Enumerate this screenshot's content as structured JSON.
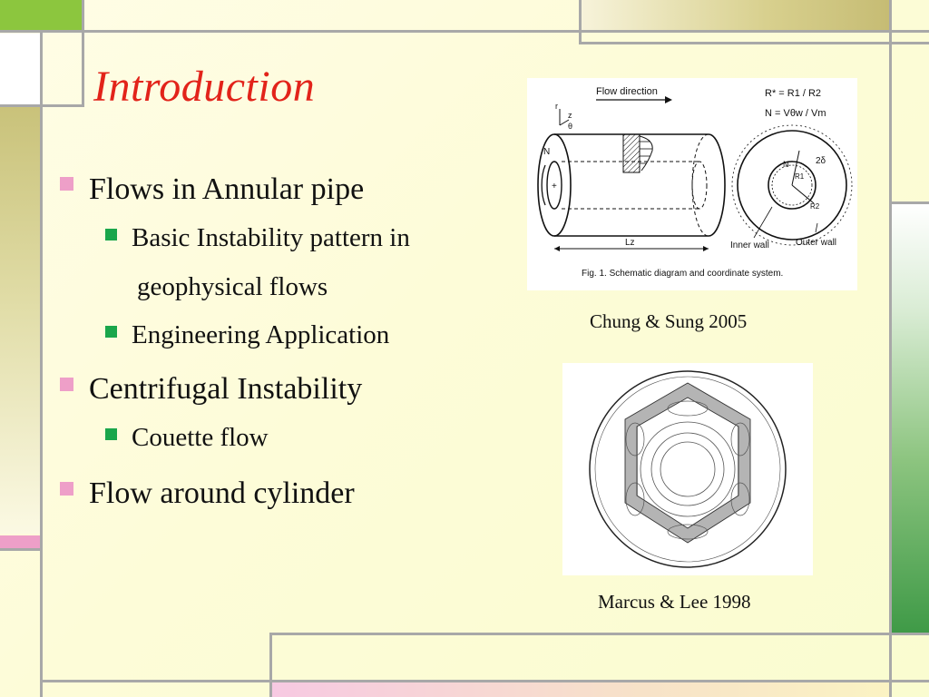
{
  "slide": {
    "title": "Introduction",
    "bullets": [
      {
        "text": "Flows in Annular pipe",
        "sub": [
          "Basic Instability pattern in",
          "geophysical flows",
          "Engineering Application"
        ]
      },
      {
        "text": "Centrifugal Instability",
        "sub": [
          "Couette flow"
        ]
      },
      {
        "text": "Flow around cylinder",
        "sub": []
      }
    ]
  },
  "figure1": {
    "flow_direction": "Flow direction",
    "eq_r": "R* = R1 / R2",
    "eq_n": "N = Vθw / Vm",
    "axis_r": "r",
    "axis_z": "z",
    "axis_theta": "θ",
    "label_n": "N",
    "label_plus": "+",
    "label_lz": "Lz",
    "label_2delta": "2δ",
    "label_n2": "N",
    "label_r1": "R1",
    "label_r2": "R2",
    "inner_wall": "Inner wall",
    "outer_wall": "Outer wall",
    "fig_caption": "Fig. 1.  Schematic diagram and coordinate system."
  },
  "captions": {
    "fig1": "Chung & Sung 2005",
    "fig2": "Marcus & Lee 1998"
  },
  "colors": {
    "title": "#e2231a",
    "bullet_level1": "#ee9fc8",
    "bullet_level2": "#1aa64b",
    "frame_olive": "#c9c27a",
    "frame_green": "#3f9a47",
    "frame_pink": "#ee9fc8"
  }
}
